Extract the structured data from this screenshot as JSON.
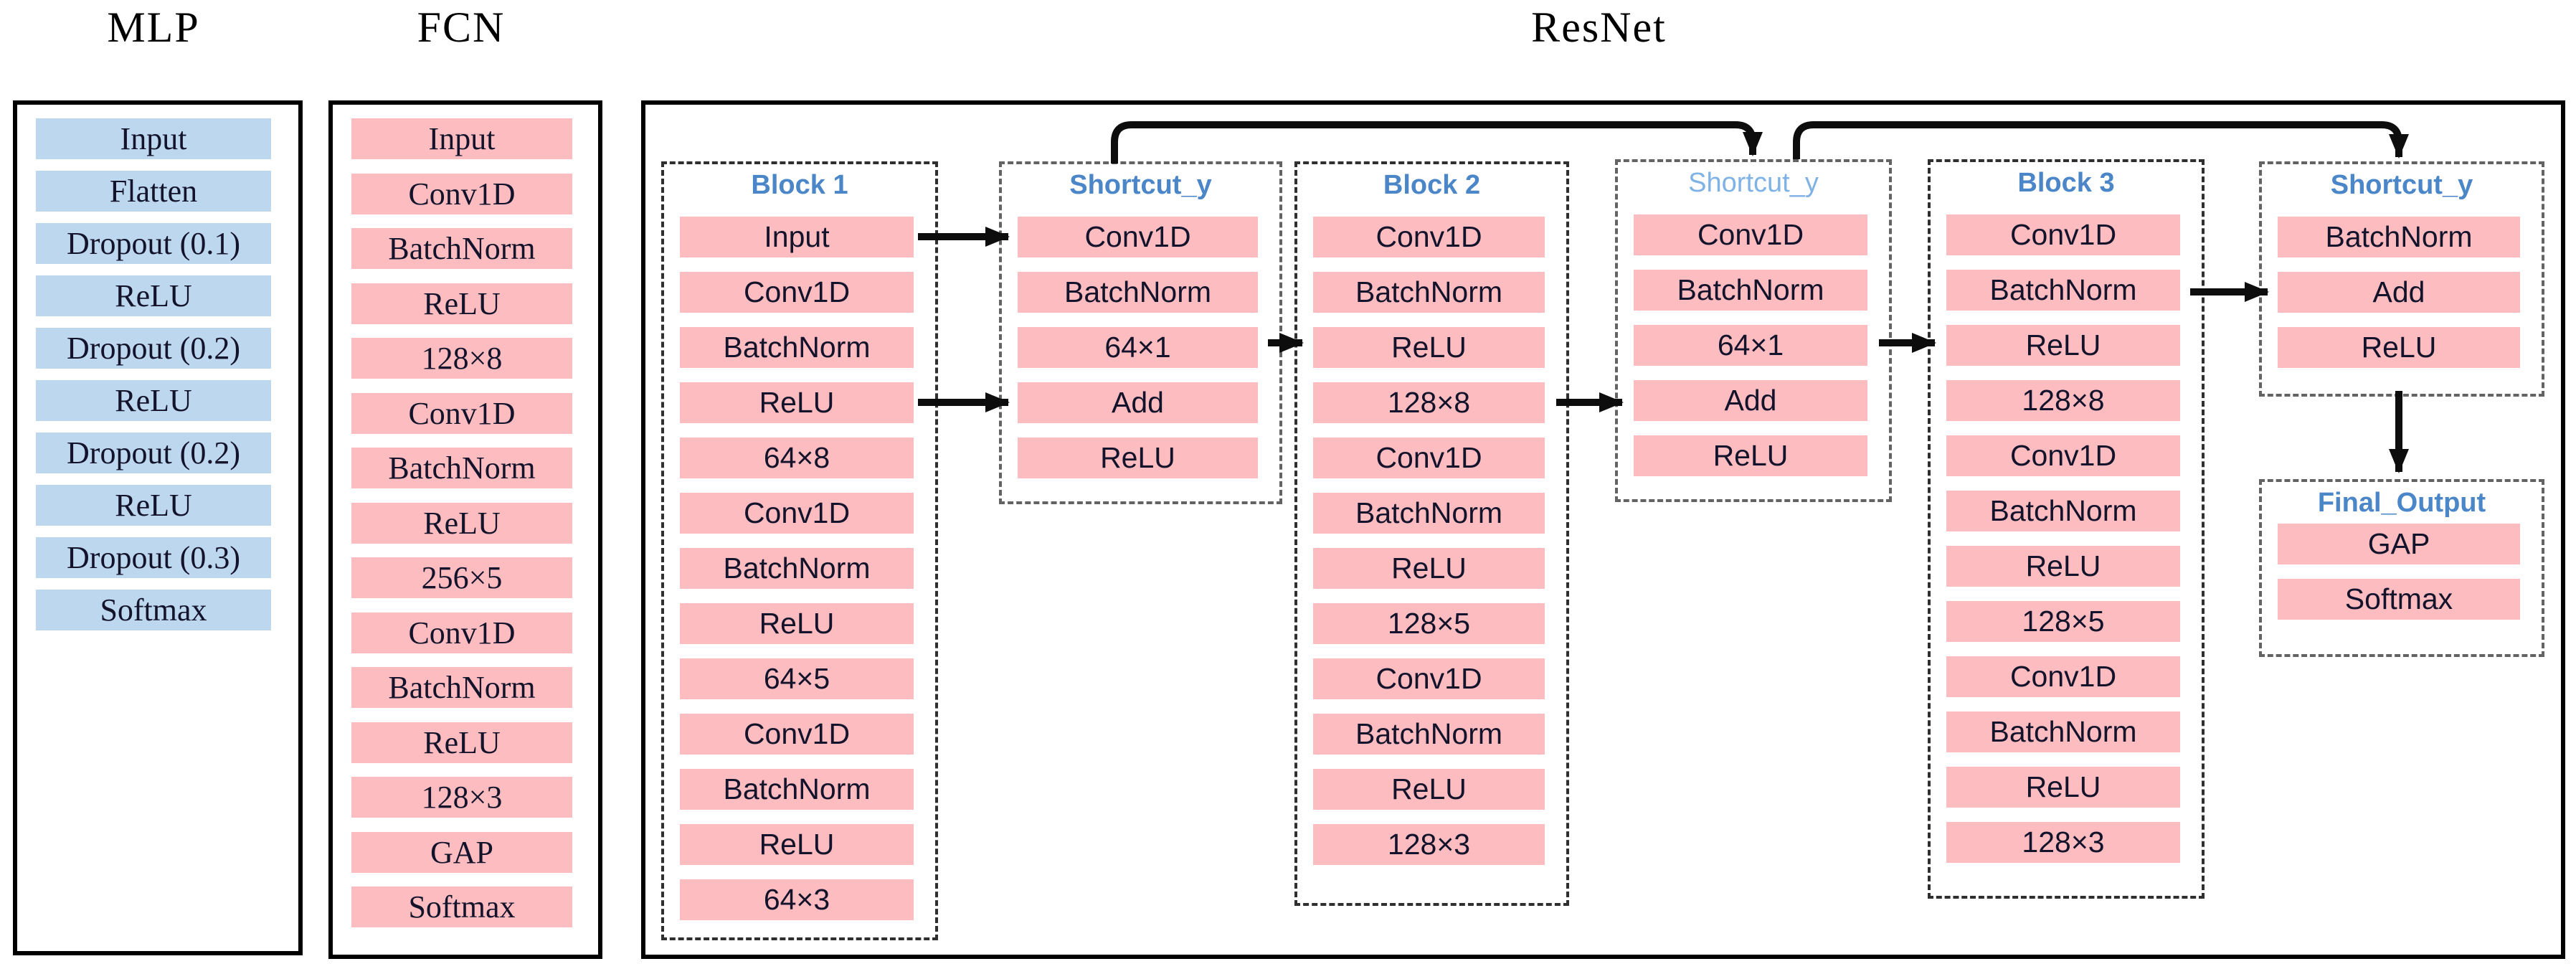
{
  "diagram": {
    "mlp": {
      "title": "MLP",
      "layers": [
        "Input",
        "Flatten",
        "Dropout (0.1)",
        "ReLU",
        "Dropout (0.2)",
        "ReLU",
        "Dropout (0.2)",
        "ReLU",
        "Dropout (0.3)",
        "Softmax"
      ]
    },
    "fcn": {
      "title": "FCN",
      "layers": [
        "Input",
        "Conv1D",
        "BatchNorm",
        "ReLU",
        "128×8",
        "Conv1D",
        "BatchNorm",
        "ReLU",
        "256×5",
        "Conv1D",
        "BatchNorm",
        "ReLU",
        "128×3",
        "GAP",
        "Softmax"
      ]
    },
    "resnet": {
      "title": "ResNet",
      "blocks": [
        {
          "id": "block-1",
          "label": "Block 1",
          "kind": "block",
          "layers": [
            "Input",
            "Conv1D",
            "BatchNorm",
            "ReLU",
            "64×8",
            "Conv1D",
            "BatchNorm",
            "ReLU",
            "64×5",
            "Conv1D",
            "BatchNorm",
            "ReLU",
            "64×3"
          ]
        },
        {
          "id": "shortcut-1",
          "label": "Shortcut_y",
          "kind": "shortcut",
          "layers": [
            "Conv1D",
            "BatchNorm",
            "64×1",
            "Add",
            "ReLU"
          ]
        },
        {
          "id": "block-2",
          "label": "Block 2",
          "kind": "block",
          "layers": [
            "Conv1D",
            "BatchNorm",
            "ReLU",
            "128×8",
            "Conv1D",
            "BatchNorm",
            "ReLU",
            "128×5",
            "Conv1D",
            "BatchNorm",
            "ReLU",
            "128×3"
          ]
        },
        {
          "id": "shortcut-2",
          "label": "Shortcut_y",
          "kind": "shortcut-light",
          "layers": [
            "Conv1D",
            "BatchNorm",
            "64×1",
            "Add",
            "ReLU"
          ]
        },
        {
          "id": "block-3",
          "label": "Block 3",
          "kind": "block",
          "layers": [
            "Conv1D",
            "BatchNorm",
            "ReLU",
            "128×8",
            "Conv1D",
            "BatchNorm",
            "ReLU",
            "128×5",
            "Conv1D",
            "BatchNorm",
            "ReLU",
            "128×3"
          ]
        },
        {
          "id": "shortcut-3",
          "label": "Shortcut_y",
          "kind": "shortcut",
          "layers": [
            "BatchNorm",
            "Add",
            "ReLU"
          ]
        },
        {
          "id": "final-output",
          "label": "Final_Output",
          "kind": "final",
          "layers": [
            "GAP",
            "Softmax"
          ]
        }
      ]
    },
    "colors": {
      "mlp_layer_fill": "#BDD7EE",
      "resnet_layer_fill": "#FDBDC0",
      "block_title_blue": "#4A86C8",
      "block_title_blue_light": "#7FB2E5",
      "wire_black": "#0d0d0d"
    }
  }
}
